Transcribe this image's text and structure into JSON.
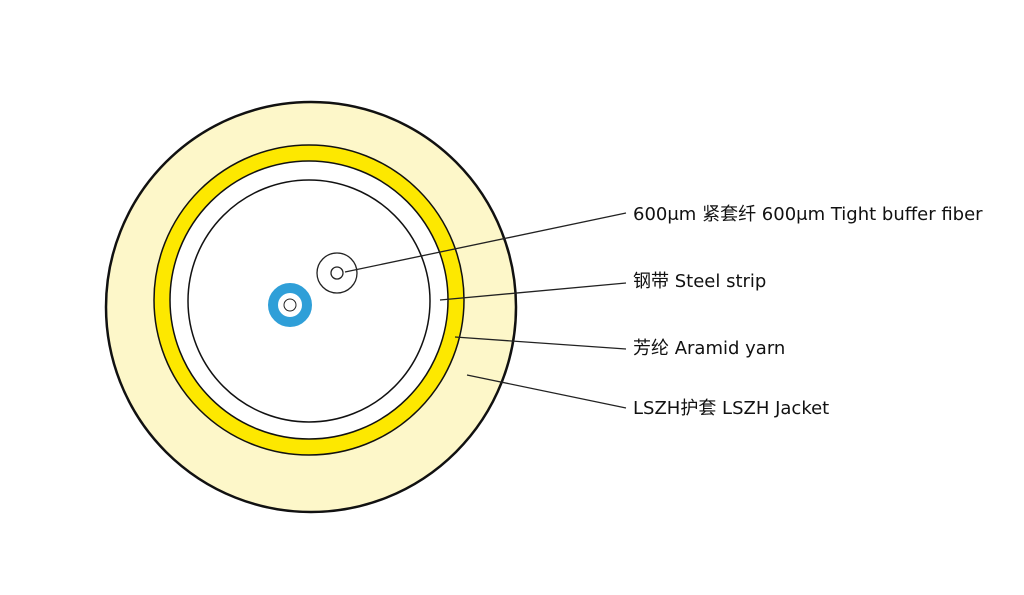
{
  "labels": {
    "fiber": "600μm 紧套纤 600μm Tight buffer fiber",
    "steel": "钢带   Steel strip",
    "aramid": "芳纶   Aramid yarn",
    "jacket": "LSZH护套   LSZH Jacket"
  },
  "colors": {
    "jacket": "#fdf7c9",
    "aramid": "#fde800",
    "fiber_blue": "#2f9fd8",
    "outline": "#111111"
  }
}
